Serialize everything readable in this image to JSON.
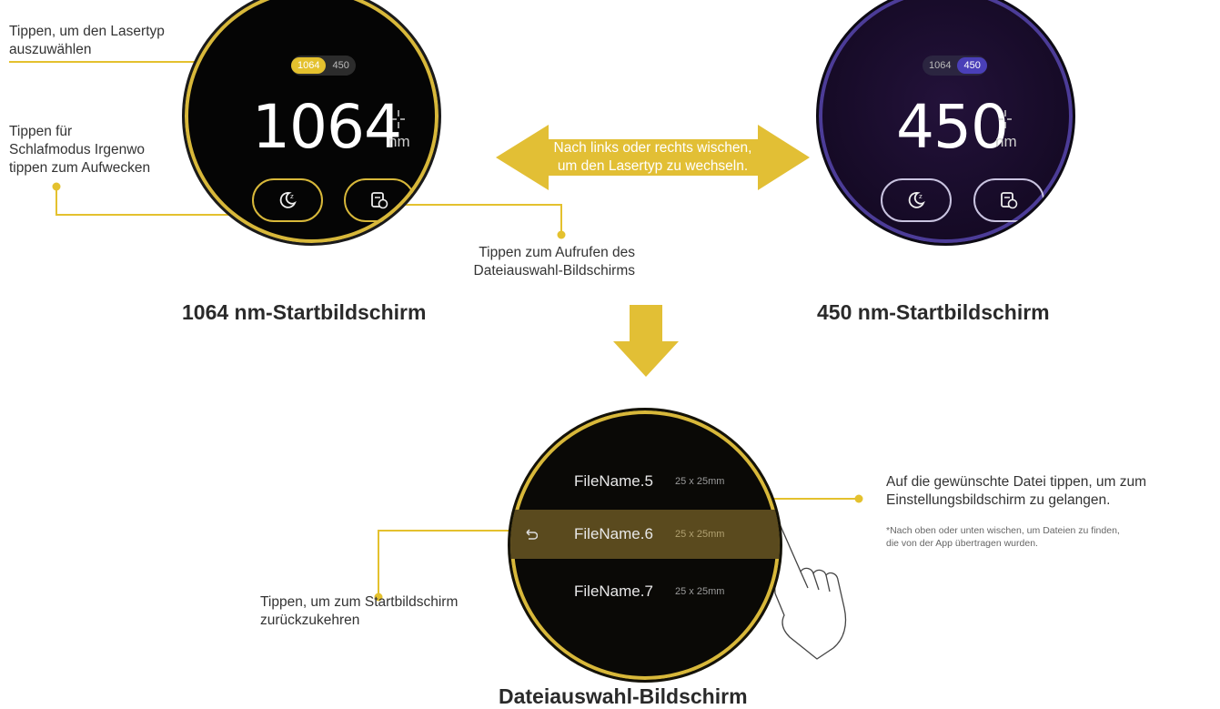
{
  "colors": {
    "accent": "#e4c12e",
    "accent_dark": "#d8b83a",
    "purple": "#4c3c98",
    "purple_pill": "#4a3fb8"
  },
  "screen_1064": {
    "toggle_a": "1064",
    "toggle_b": "450",
    "value": "1064",
    "unit": "nm",
    "caption": "1064 nm-Startbildschirm",
    "sleep_icon": "moon-sleep-icon",
    "file_icon": "file-clock-icon"
  },
  "screen_450": {
    "toggle_a": "1064",
    "toggle_b": "450",
    "value": "450",
    "unit": "nm",
    "caption": "450 nm-Startbildschirm"
  },
  "swipe_hint": {
    "line1": "Nach links oder rechts wischen,",
    "line2": "um den Lasertyp zu wechseln."
  },
  "annotations": {
    "select_laser_l1": "Tippen, um den Lasertyp",
    "select_laser_l2": "auszuwählen",
    "sleep_l1": "Tippen für",
    "sleep_l2": "Schlafmodus Irgenwo",
    "sleep_l3": "tippen zum Aufwecken",
    "file_l1": "Tippen zum Aufrufen des",
    "file_l2": "Dateiauswahl-Bildschirms",
    "back_l1": "Tippen, um zum Startbildschirm",
    "back_l2": "zurückzukehren",
    "pick_l1": "Auf die gewünschte Datei tippen, um zum",
    "pick_l2": "Einstellungsbildschirm zu gelangen.",
    "note_l1": "*Nach oben oder unten wischen, um Dateien zu finden,",
    "note_l2": "die von der App übertragen wurden."
  },
  "file_screen": {
    "caption": "Dateiauswahl-Bildschirm",
    "files": [
      {
        "name": "FileName.5",
        "size": "25 x 25mm"
      },
      {
        "name": "FileName.6",
        "size": "25 x 25mm"
      },
      {
        "name": "FileName.7",
        "size": "25 x 25mm"
      }
    ],
    "selected_index": 1
  }
}
